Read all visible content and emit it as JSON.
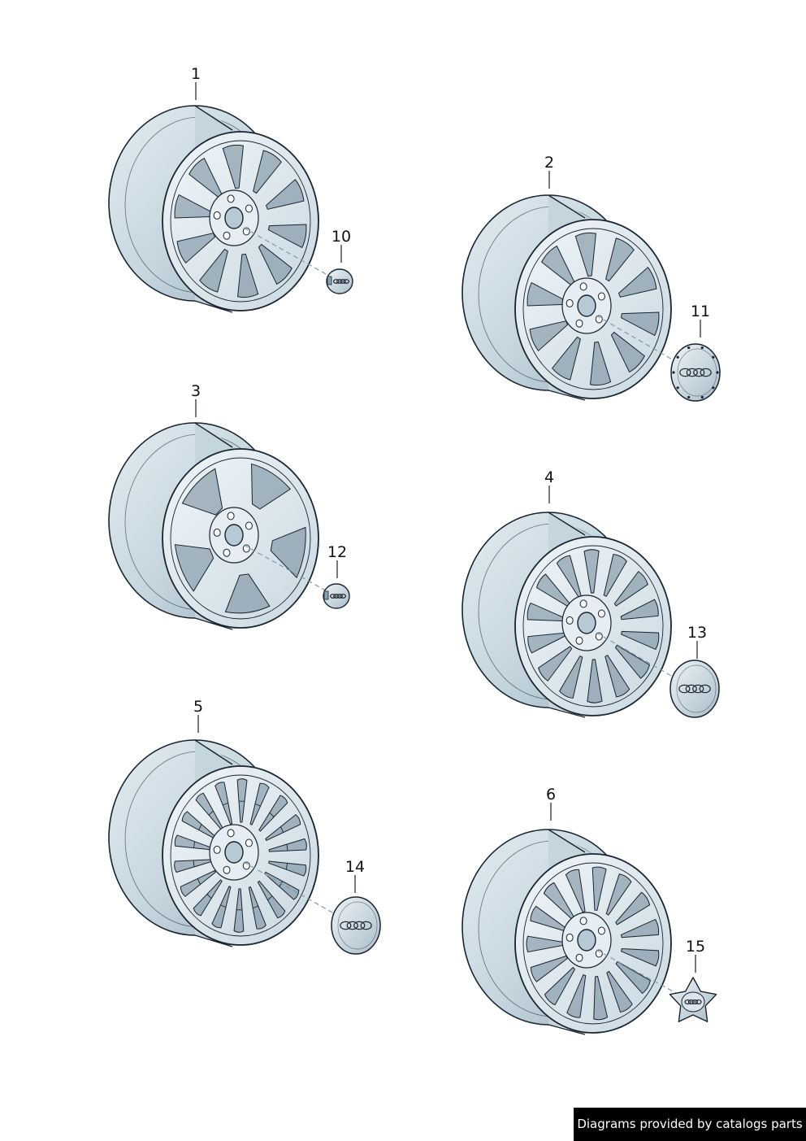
{
  "diagram": {
    "colors": {
      "background": "#ffffff",
      "line": "#1a2330",
      "rim_light": "#e2ecf1",
      "rim_mid": "#c5d5de",
      "rim_dark": "#9db3c0",
      "window": "#6f8797",
      "cap": "#d4dfe6",
      "leader": "#7f9aab"
    },
    "wheels": [
      {
        "label": "1",
        "spokes": 10,
        "style": "twin",
        "cap_label": "10",
        "cap_type": "small-cap",
        "logo_icon": "four-rings-logo-icon"
      },
      {
        "label": "2",
        "spokes": 10,
        "style": "twin",
        "cap_label": "11",
        "cap_type": "large-cap",
        "logo_icon": "four-rings-logo-icon"
      },
      {
        "label": "3",
        "spokes": 5,
        "style": "wide",
        "cap_label": "12",
        "cap_type": "small-cap",
        "logo_icon": "four-rings-logo-icon"
      },
      {
        "label": "4",
        "spokes": 14,
        "style": "thin",
        "cap_label": "13",
        "cap_type": "large-cap",
        "logo_icon": "four-rings-logo-icon"
      },
      {
        "label": "5",
        "spokes": 18,
        "style": "mesh",
        "cap_label": "14",
        "cap_type": "large-cap",
        "logo_icon": "four-rings-logo-icon"
      },
      {
        "label": "6",
        "spokes": 15,
        "style": "thin",
        "cap_label": "15",
        "cap_type": "star-cap",
        "logo_icon": "four-rings-logo-icon"
      }
    ]
  },
  "footer": {
    "text": "Diagrams provided by catalogs parts"
  }
}
